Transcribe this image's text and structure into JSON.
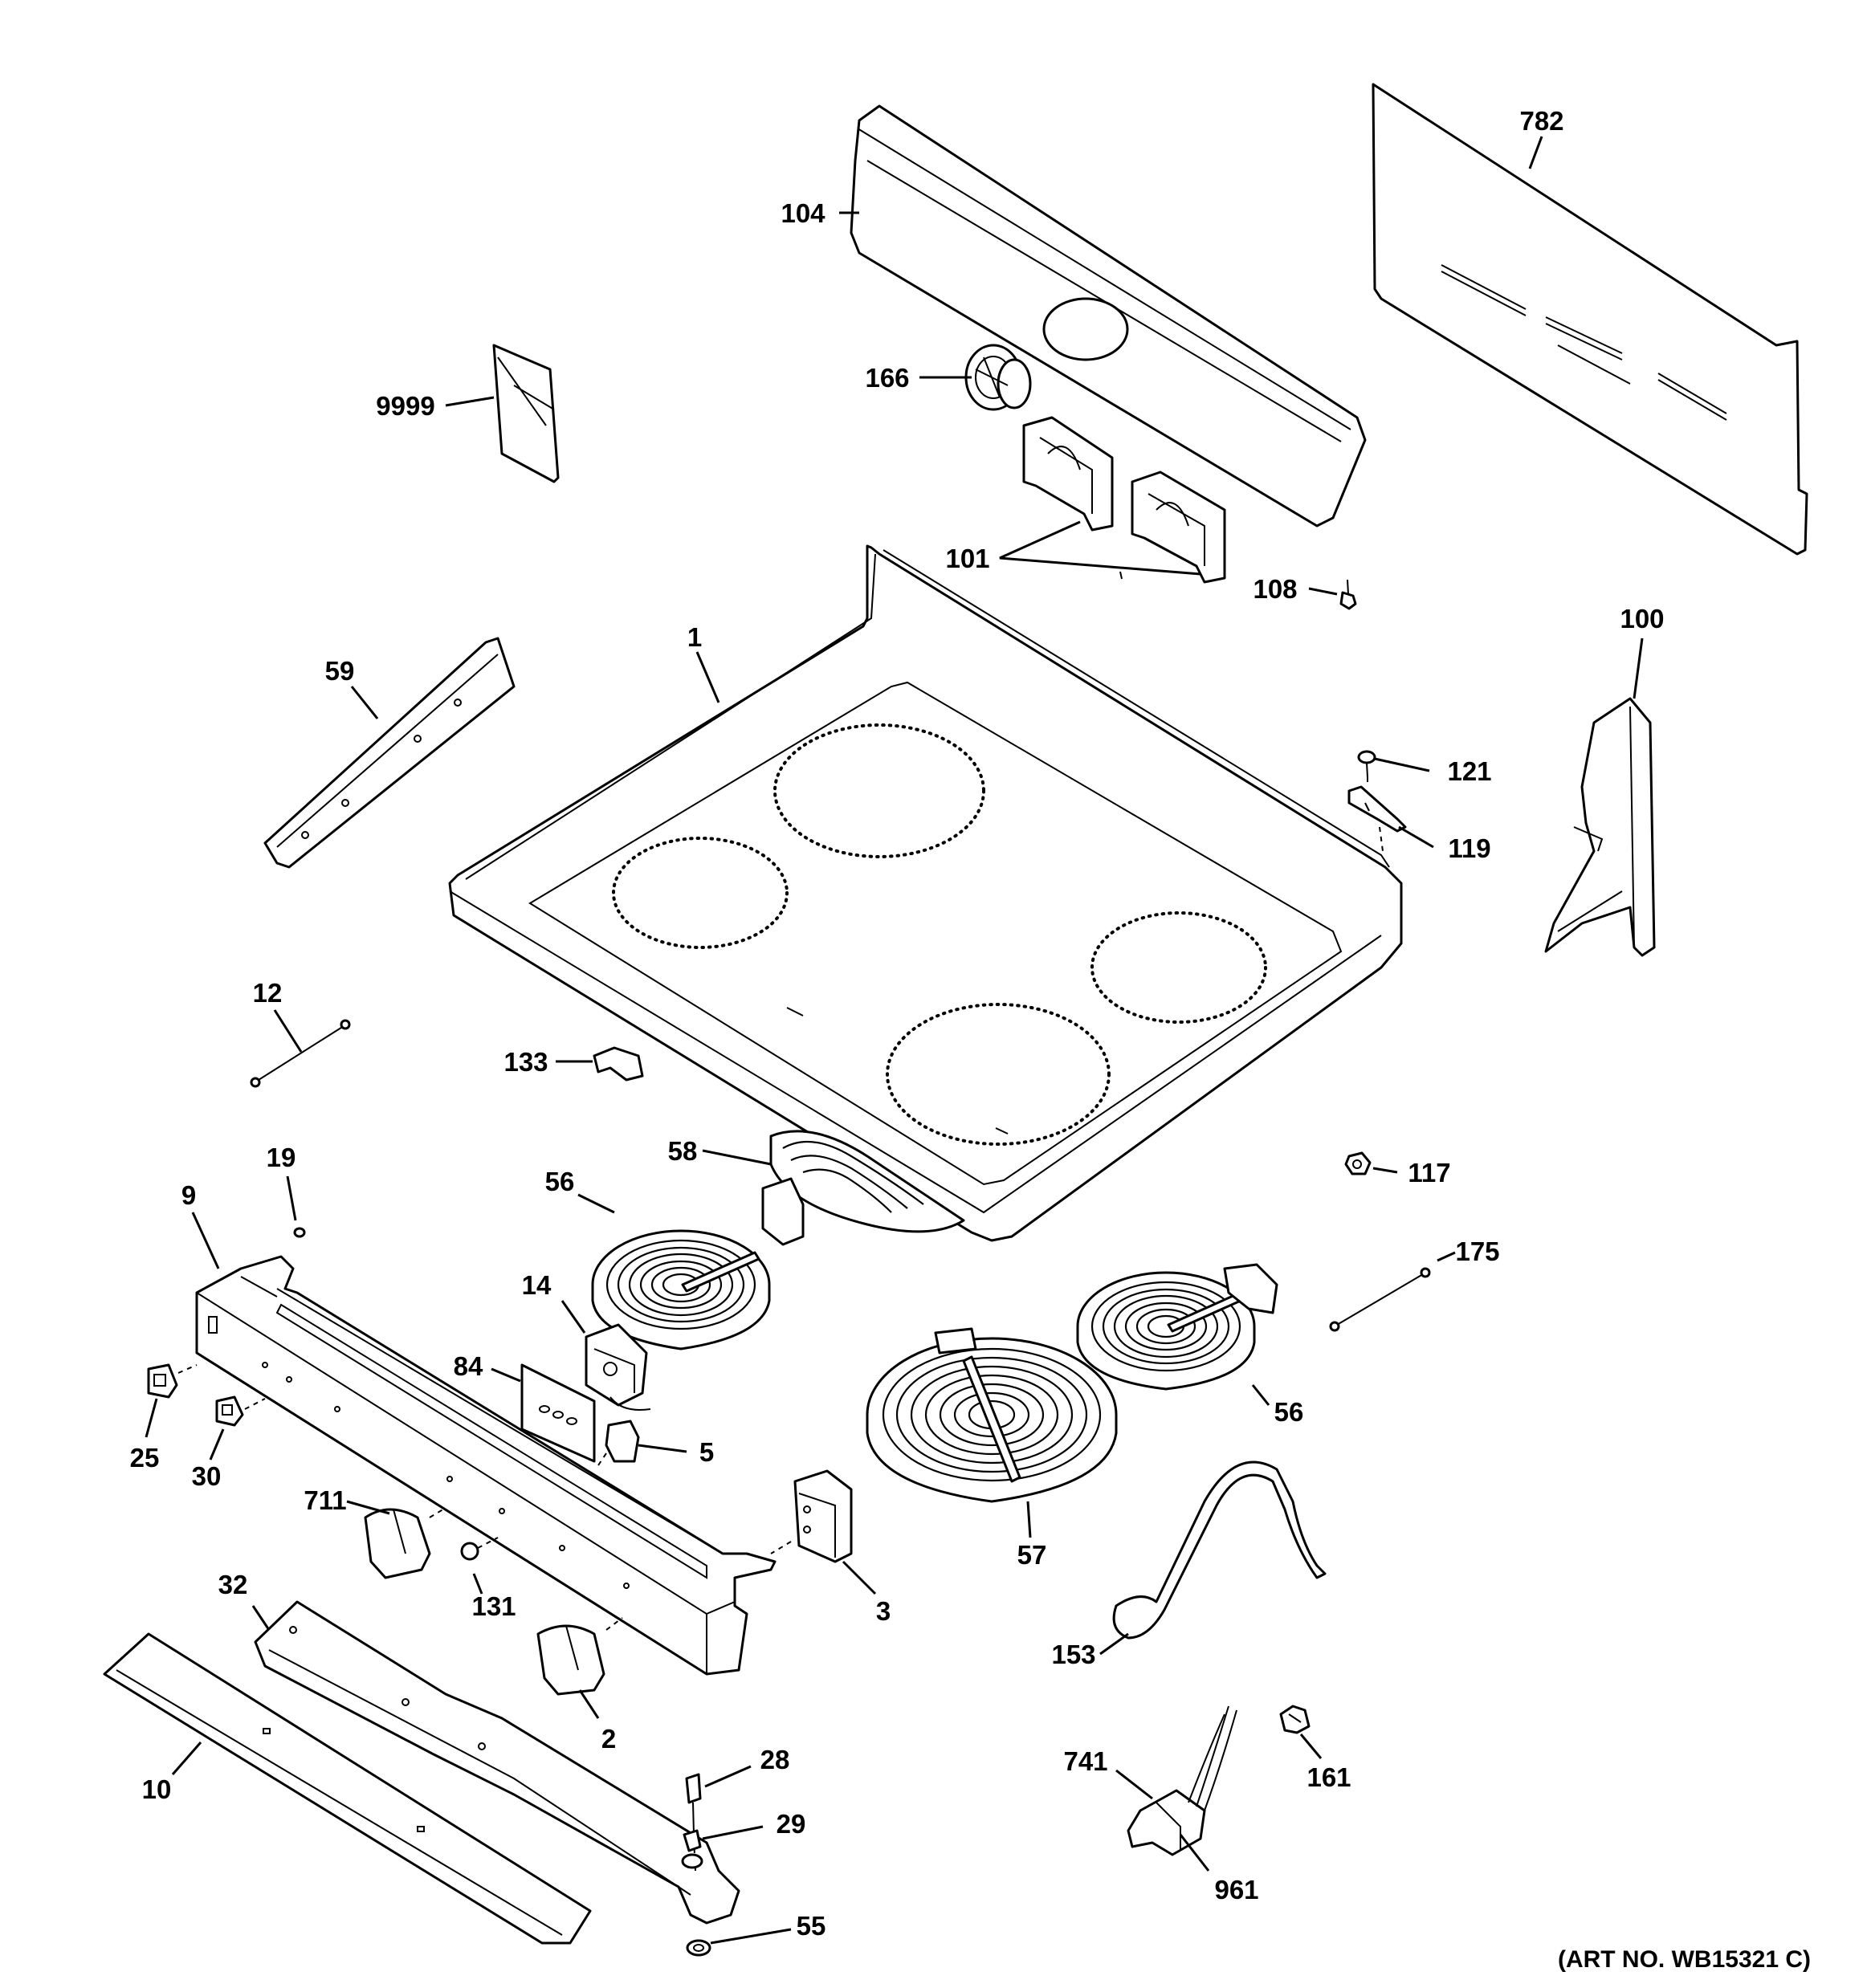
{
  "labels": {
    "p782": "782",
    "p104": "104",
    "p166": "166",
    "p9999": "9999",
    "p101": "101",
    "p108": "108",
    "p100": "100",
    "p1": "1",
    "p59": "59",
    "p121": "121",
    "p119": "119",
    "p12": "12",
    "p133": "133",
    "p58": "58",
    "p117": "117",
    "p19": "19",
    "p56a": "56",
    "p9": "9",
    "p175": "175",
    "p14": "14",
    "p84": "84",
    "p56b": "56",
    "p25": "25",
    "p30": "30",
    "p5": "5",
    "p711": "711",
    "p57": "57",
    "p131": "131",
    "p3": "3",
    "p32": "32",
    "p153": "153",
    "p2": "2",
    "p28": "28",
    "p10": "10",
    "p741": "741",
    "p161": "161",
    "p29": "29",
    "p961": "961",
    "p55": "55"
  },
  "art_number": "(ART NO. WB15321 C)"
}
